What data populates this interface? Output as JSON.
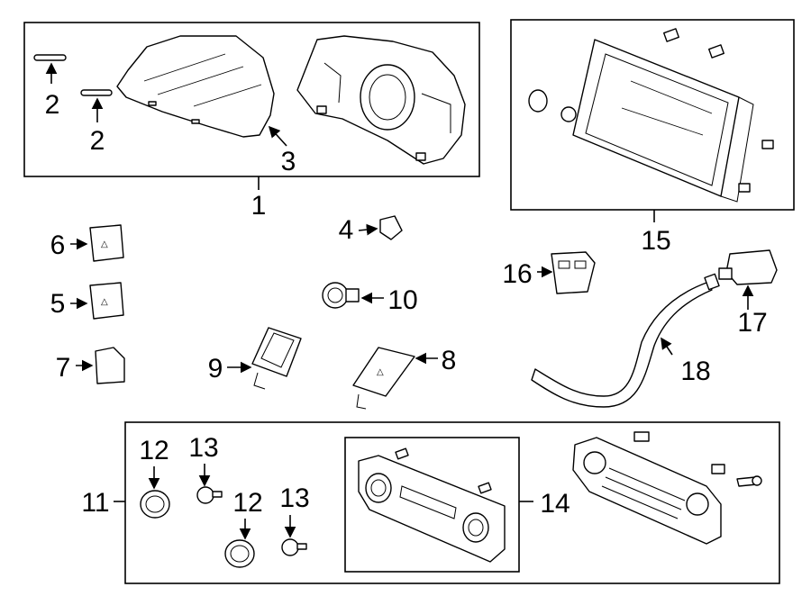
{
  "diagram": {
    "groups": [
      {
        "id": "instrument-cluster",
        "callout": "1"
      },
      {
        "id": "display-unit",
        "callout": "15"
      },
      {
        "id": "climate-control",
        "callout": "11"
      },
      {
        "id": "climate-panel",
        "callout": "14"
      }
    ],
    "callouts": {
      "c1": "1",
      "c2a": "2",
      "c2b": "2",
      "c3": "3",
      "c4": "4",
      "c5": "5",
      "c6": "6",
      "c7": "7",
      "c8": "8",
      "c9": "9",
      "c10": "10",
      "c11": "11",
      "c12a": "12",
      "c12b": "12",
      "c13a": "13",
      "c13b": "13",
      "c14": "14",
      "c15": "15",
      "c16": "16",
      "c17": "17",
      "c18": "18"
    },
    "switch_glyph": "△"
  }
}
